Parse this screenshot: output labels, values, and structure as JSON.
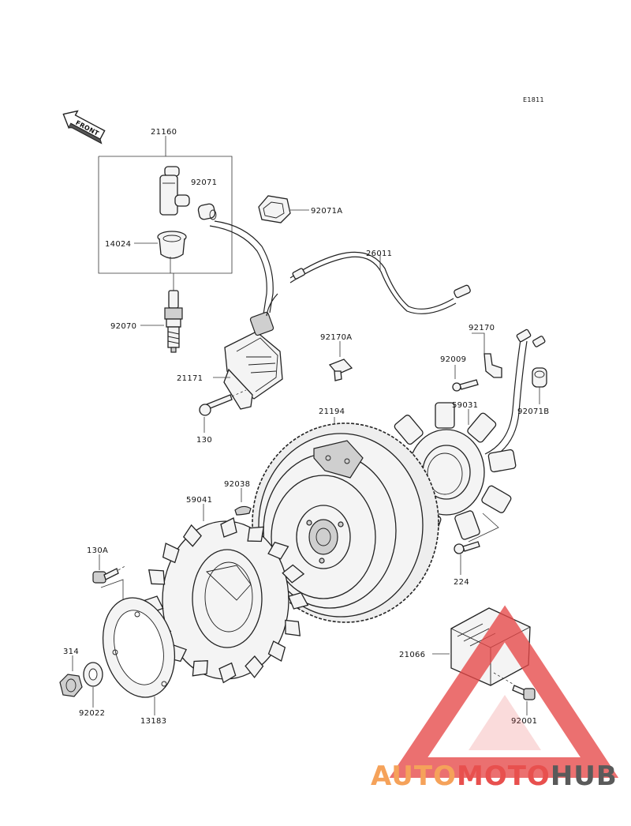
{
  "reference_code": "E1811",
  "front_label": "FRONT",
  "watermark": {
    "text_a": "AUTO",
    "text_b": "MOTO",
    "text_c": "HUB",
    "colors": {
      "orange": "#f5a25a",
      "red": "#e8504e",
      "gray": "#5a5a5a",
      "triangle": "#e64848"
    }
  },
  "parts": {
    "p21160": "21160",
    "p92071": "92071",
    "p92071A": "92071A",
    "p14024": "14024",
    "p26011": "26011",
    "p92070": "92070",
    "p92170A": "92170A",
    "p92170": "92170",
    "p92009": "92009",
    "p21171": "21171",
    "p92071B": "92071B",
    "p130": "130",
    "p21194": "21194",
    "p59031": "59031",
    "p92038": "92038",
    "p59041": "59041",
    "p130A": "130A",
    "p224": "224",
    "p314": "314",
    "p21066": "21066",
    "p92022": "92022",
    "p13183": "13183",
    "p92001": "92001"
  }
}
